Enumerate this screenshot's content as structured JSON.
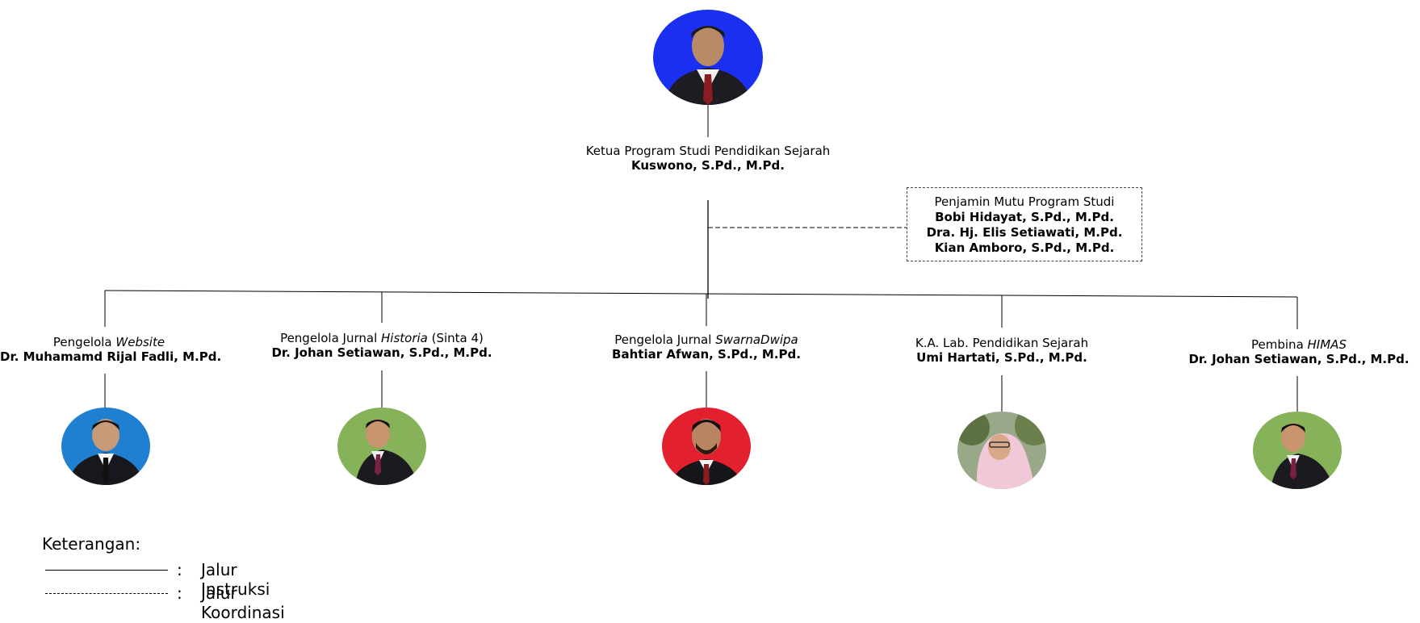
{
  "top": {
    "role": "Ketua Program Studi Pendidikan Sejarah",
    "name": "Kuswono, S.Pd., M.Pd.",
    "photo_bg": "#1a2ff0"
  },
  "quality_assurance": {
    "role": "Penjamin Mutu Program Studi",
    "members": [
      "Bobi Hidayat, S.Pd., M.Pd.",
      "Dra. Hj. Elis Setiawati, M.Pd.",
      "Kian Amboro, S.Pd., M.Pd."
    ]
  },
  "units": [
    {
      "role_prefix": "Pengelola ",
      "role_italic": "Website",
      "role_suffix": "",
      "name": "Dr. Muhamamd Rijal Fadli, M.Pd.",
      "photo_bg": "#1f7fd0"
    },
    {
      "role_prefix": "Pengelola Jurnal ",
      "role_italic": "Historia",
      "role_suffix": " (Sinta 4)",
      "name": "Dr. Johan Setiawan, S.Pd., M.Pd.",
      "photo_bg": "#86b25a"
    },
    {
      "role_prefix": "Pengelola Jurnal ",
      "role_italic": "SwarnaDwipa",
      "role_suffix": "",
      "name": "Bahtiar Afwan, S.Pd., M.Pd.",
      "photo_bg": "#e3212e"
    },
    {
      "role_prefix": "K.A. Lab. Pendidikan Sejarah",
      "role_italic": "",
      "role_suffix": "",
      "name": "Umi Hartati, S.Pd., M.Pd.",
      "photo_bg": "#9aa88a"
    },
    {
      "role_prefix": "Pembina ",
      "role_italic": "HIMAS",
      "role_suffix": "",
      "name": "Dr. Johan Setiawan, S.Pd., M.Pd.",
      "photo_bg": "#86b25a"
    }
  ],
  "legend": {
    "title": "Keterangan:",
    "items": [
      {
        "colon": ":",
        "label": "Jalur Instruksi",
        "style": "solid"
      },
      {
        "colon": ":",
        "label": "Jalur Koordinasi",
        "style": "dashed"
      }
    ]
  }
}
